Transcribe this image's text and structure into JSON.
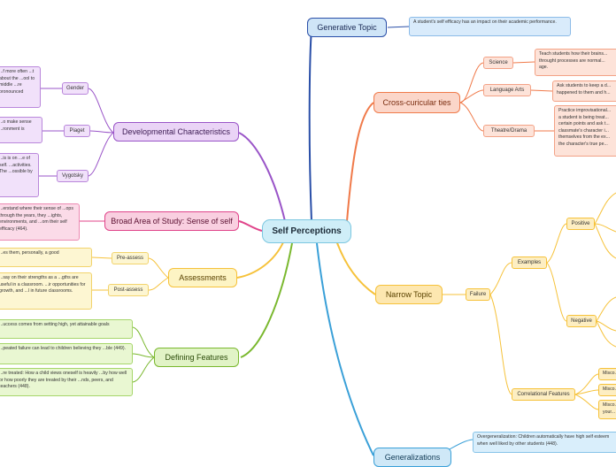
{
  "root": "Self Perceptions",
  "generative": {
    "topic": "Generative Topic",
    "note": "A student's self efficacy has an impact on their academic performance."
  },
  "cross": {
    "topic": "Cross-curicular ties",
    "science": "Science",
    "science_note": "Teach students how their brains... throught processes are normal... age.",
    "language": "Language Arts",
    "language_note": "Ask students to keep a d... happened to them and h...",
    "theatre": "Theatre/Drama",
    "theatre_note": "Practice improvisational... a student is being treat... certain points and ask t... classmate's character i... themselves from the ex... the character's true pe..."
  },
  "narrow": {
    "topic": "Narrow Topic",
    "failure": "Failure",
    "examples": "Examples",
    "positive": "Positive",
    "negative": "Negative",
    "correlational": "Correlational Features",
    "misc1": "Misco...",
    "misc2": "Misco...",
    "misc3": "Misco... your..."
  },
  "generalizations": {
    "topic": "Generalizations",
    "note": "Overgeneralization: Children automatically have high self esteem when well liked by other students (448)."
  },
  "developmental": {
    "topic": "Developmental Characteristics",
    "gender": "Gender",
    "gender_note": "...f more often ...t about the ...ool to middle ...re pronounced",
    "piaget": "Piaget",
    "piaget_note": "...o make sense ...ronment is",
    "vygotsky": "Vygotsky",
    "vygotsky_note": "...is is on ...e of self. ...activities. The ...ossible by"
  },
  "broad": {
    "topic": "Broad Area of Study: Sense of self",
    "note": "...erstand where their sense of ...ops through the years, they ...ights, environments, and ...om their self efficacy (464)."
  },
  "assessments": {
    "topic": "Assessments",
    "pre": "Pre-assess",
    "pre_note": "...es them, personally, a good",
    "post": "Post-assess",
    "post_note": "...say on their strengths as a ...gths are useful in a classroom. ...ir opportunities for growth, and ...l in future classrooms."
  },
  "defining": {
    "topic": "Defining Features",
    "note1": "...uccess comes from setting high, yet attainable goals",
    "note2": "...peated failure can lead to children believing they ...ble (449).",
    "note3": "...re treated: How a child views oneself is heavily ...by how well or how poorly they are treated by their ...nds, peers, and teachers (448)."
  },
  "colors": {
    "blue": "#4a8fd8",
    "orange": "#f07a4a",
    "yellow": "#f6c23a",
    "purple": "#9a55c8",
    "pink": "#e0448a",
    "green": "#7ab82e",
    "teal": "#3aa0d8"
  }
}
